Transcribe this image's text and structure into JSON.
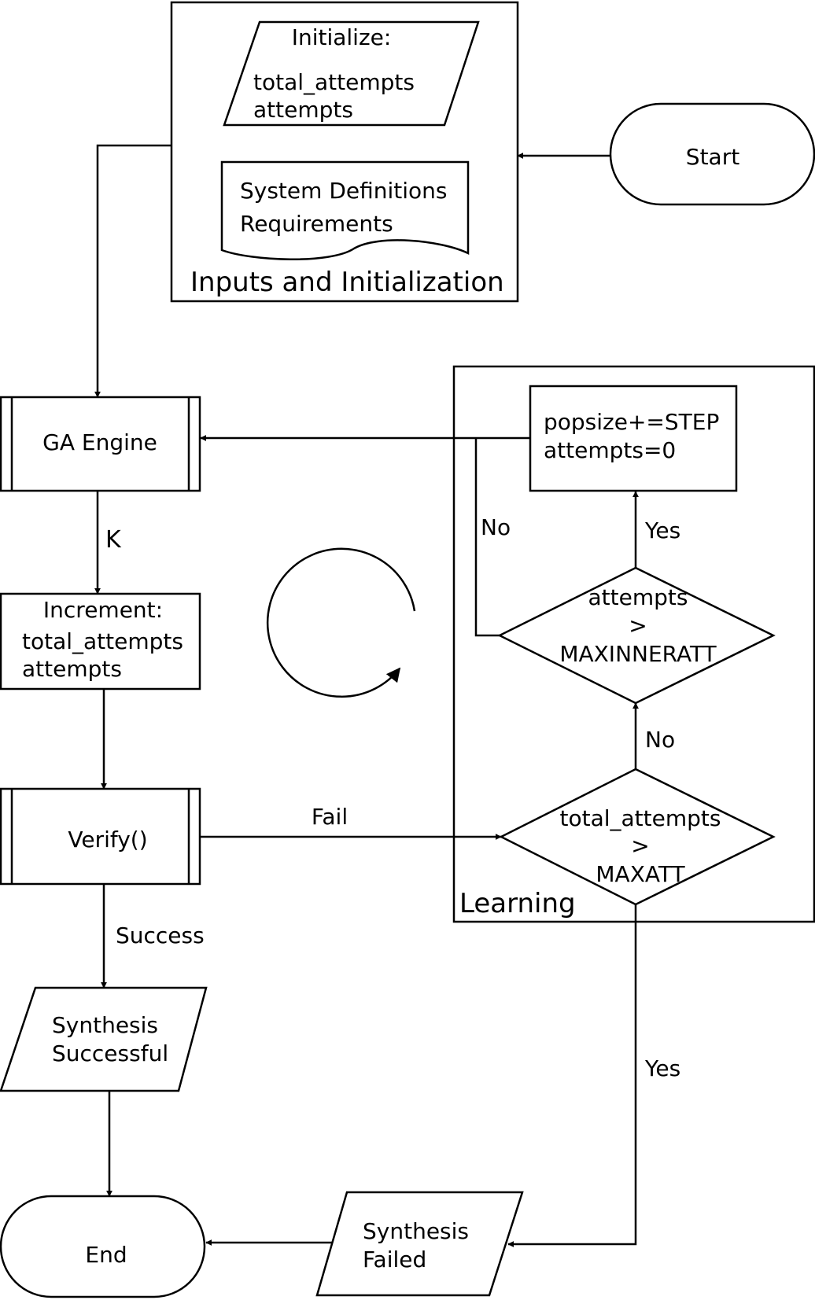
{
  "groups": {
    "inputs_label": "Inputs and Initialization",
    "learning_label": "Learning"
  },
  "nodes": {
    "start": "Start",
    "initialize": {
      "title": "Initialize:",
      "line1": "total_attempts",
      "line2": "attempts"
    },
    "system_doc": {
      "line1": "System Definitions",
      "line2": "Requirements"
    },
    "ga_engine": "GA Engine",
    "increment": {
      "title": "Increment:",
      "line1": "total_attempts",
      "line2": "attempts"
    },
    "verify": "Verify()",
    "popsize": {
      "line1": "popsize+=STEP",
      "line2": "attempts=0"
    },
    "inner_decision": {
      "line1": "attempts",
      "line2": ">",
      "line3": "MAXINNERATT"
    },
    "outer_decision": {
      "line1": "total_attempts",
      "line2": ">",
      "line3": "MAXATT"
    },
    "success_output": {
      "line1": "Synthesis",
      "line2": "Successful"
    },
    "failed_output": {
      "line1": "Synthesis",
      "line2": "Failed"
    },
    "end": "End"
  },
  "edge_labels": {
    "k": "K",
    "fail": "Fail",
    "success": "Success",
    "no_inner": "No",
    "yes_inner": "Yes",
    "no_outer": "No",
    "yes_outer": "Yes"
  }
}
